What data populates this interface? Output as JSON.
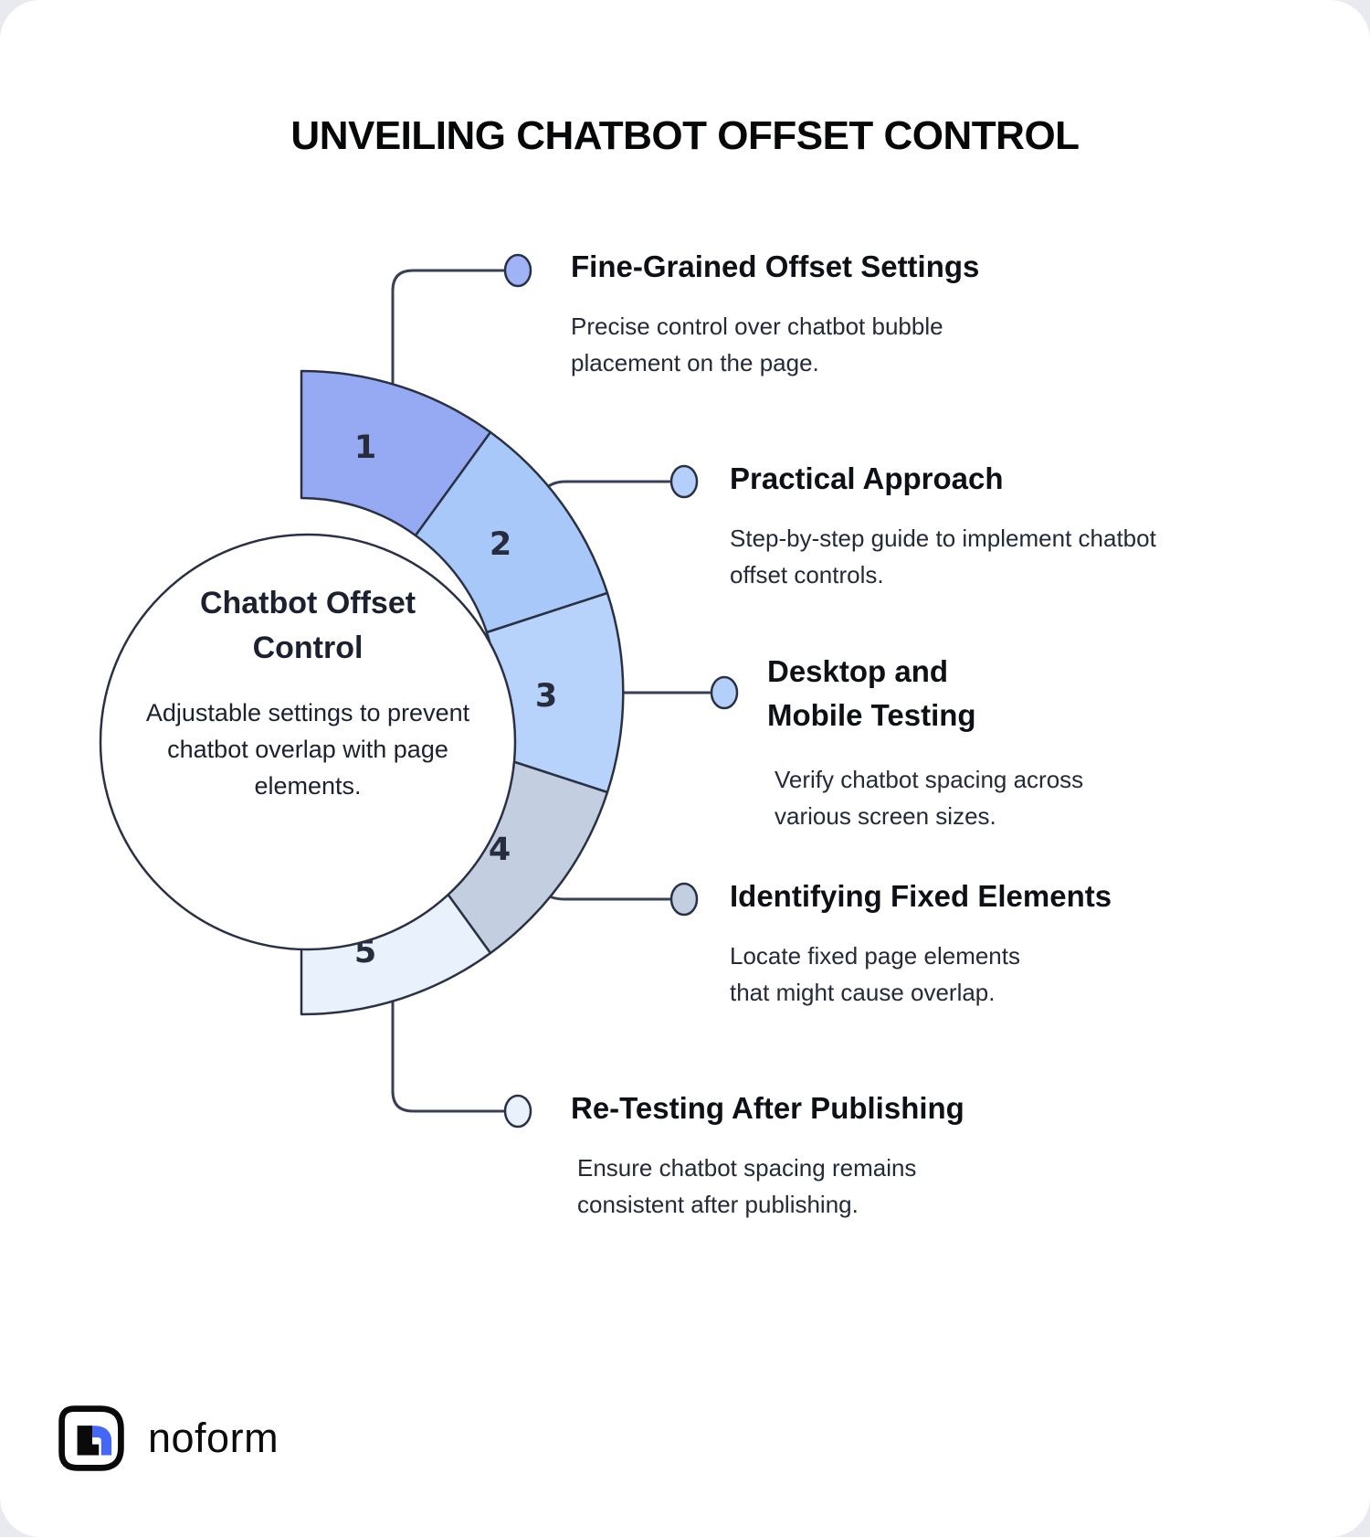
{
  "page": {
    "title": "UNVEILING CHATBOT OFFSET CONTROL"
  },
  "center": {
    "title": "Chatbot Offset Control",
    "description": "Adjustable settings to prevent chatbot overlap with page elements."
  },
  "wheel": {
    "stroke_color": "#2b3144",
    "segments": [
      {
        "number": "1",
        "color": "#96aaf4"
      },
      {
        "number": "2",
        "color": "#a9c8fa"
      },
      {
        "number": "3",
        "color": "#b7d2fb"
      },
      {
        "number": "4",
        "color": "#c3cfe1"
      },
      {
        "number": "5",
        "color": "#e9f1fc"
      }
    ]
  },
  "callouts": [
    {
      "number": "1",
      "title": "Fine-Grained Offset Settings",
      "description": "Precise control over chatbot bubble placement on the page.",
      "bullet_color": "#9fb3f6"
    },
    {
      "number": "2",
      "title": "Practical Approach",
      "description": "Step-by-step guide to implement chatbot offset controls.",
      "bullet_color": "#b4d0fa"
    },
    {
      "number": "3",
      "title": "Desktop and Mobile Testing",
      "description": "Verify chatbot spacing across various screen sizes.",
      "bullet_color": "#b4d0fa"
    },
    {
      "number": "4",
      "title": "Identifying Fixed Elements",
      "description": "Locate fixed page elements that might cause overlap.",
      "bullet_color": "#c3cfe1"
    },
    {
      "number": "5",
      "title": "Re-Testing After Publishing",
      "description": "Ensure chatbot spacing remains consistent after publishing.",
      "bullet_color": "#e9f1fc"
    }
  ],
  "footer": {
    "brand": "noform",
    "accent_color": "#4467f6"
  }
}
